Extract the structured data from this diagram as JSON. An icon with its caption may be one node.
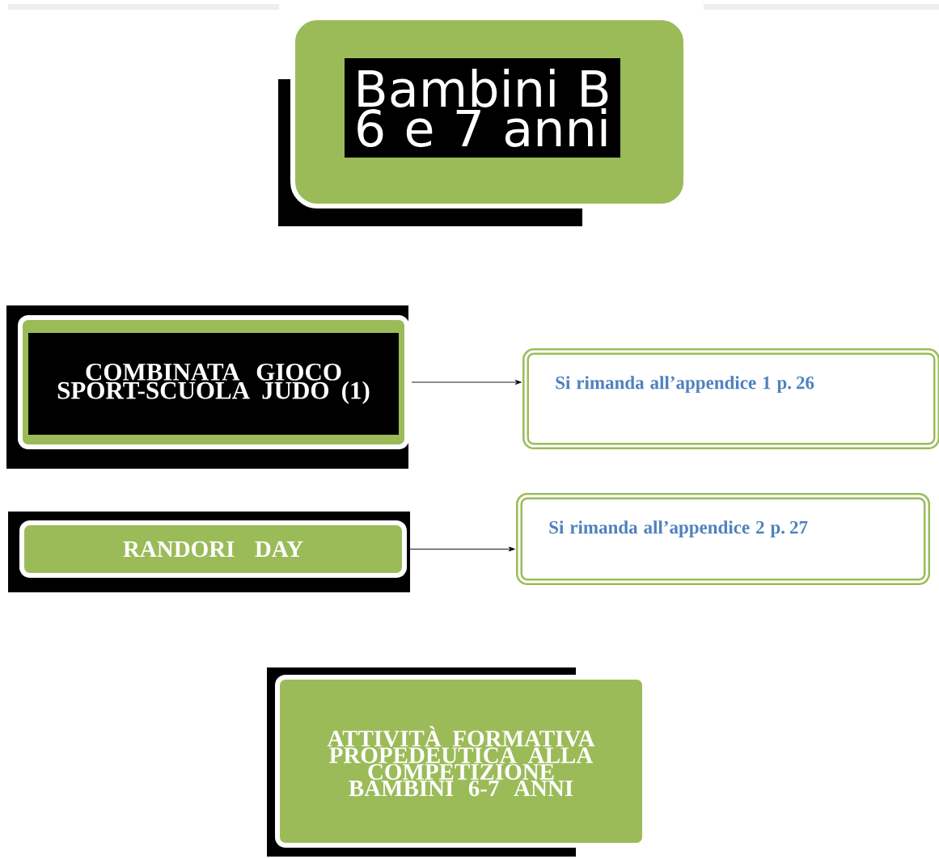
{
  "diagram": {
    "nodes": [
      {
        "text": [
          "Bambini B 6 e 7 anni"
        ]
      },
      {
        "text": [
          "COMBINATA GIOCO SPORT-SCUOLA JUDO (1)"
        ]
      },
      {
        "text": [
          "Si rimanda all’appendice 1 p. 26"
        ]
      },
      {
        "text": [
          "RANDORI DAY"
        ]
      },
      {
        "text": [
          "Si rimanda all’appendice 2 p. 27"
        ]
      },
      {
        "text": [
          "ATTIVITÀ FORMATIVA PROPEDEUTICA ALLA COMPETIZIONE BAMBINI 6-7 ANNI"
        ]
      }
    ],
    "edges": [
      {
        "from": 1,
        "to": 2,
        "arrow": "to"
      },
      {
        "from": 3,
        "to": 4,
        "arrow": "to"
      }
    ]
  }
}
